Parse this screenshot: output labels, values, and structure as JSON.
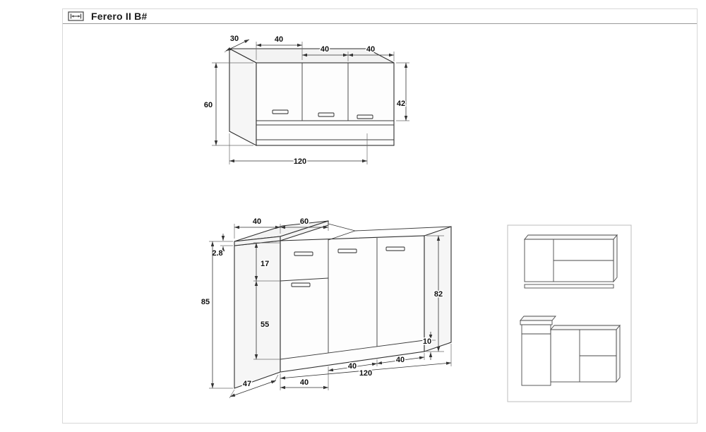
{
  "header": {
    "title": "Ferero II B#",
    "icon": "dimension-arrow"
  },
  "upper_cabinet": {
    "depth": "30",
    "door_widths": [
      "40",
      "40",
      "40"
    ],
    "height": "60",
    "door_height": "42",
    "total_width": "120"
  },
  "lower_cabinet": {
    "worktop_width": "40",
    "worktop_depth": "60",
    "worktop_thickness": "2.8",
    "drawer_front_height": "17",
    "total_height": "85",
    "door_height": "55",
    "carcass_height": "82",
    "plinth_height": "10",
    "section_widths": [
      "40",
      "40",
      "40"
    ],
    "total_width": "120",
    "depth": "47"
  }
}
